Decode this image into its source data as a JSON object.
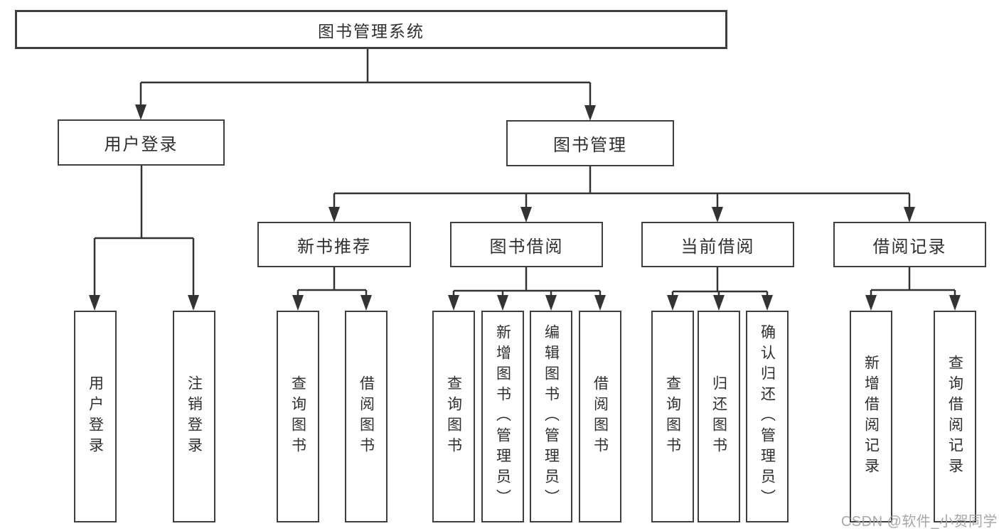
{
  "diagram": {
    "type": "tree-structure-chart",
    "colors": {
      "line": "#333333",
      "box_border": "#3f3f3f",
      "box_fill": "#ffffff",
      "text": "#2f2f2f",
      "watermark": "#a2a2a2"
    },
    "root": {
      "label": "图书管理系统"
    },
    "branches": [
      {
        "label": "用户登录",
        "children": [
          {
            "label": "用户登录"
          },
          {
            "label": "注销登录"
          }
        ]
      },
      {
        "label": "图书管理",
        "children": [
          {
            "label": "新书推荐",
            "children": [
              {
                "label": "查询图书"
              },
              {
                "label": "借阅图书"
              }
            ]
          },
          {
            "label": "图书借阅",
            "children": [
              {
                "label": "查询图书"
              },
              {
                "label": "新增图书（管理员）"
              },
              {
                "label": "编辑图书（管理员）"
              },
              {
                "label": "借阅图书"
              }
            ]
          },
          {
            "label": "当前借阅",
            "children": [
              {
                "label": "查询图书"
              },
              {
                "label": "归还图书"
              },
              {
                "label": "确认归还（管理员）"
              }
            ]
          },
          {
            "label": "借阅记录",
            "children": [
              {
                "label": "新增借阅记录"
              },
              {
                "label": "查询借阅记录"
              }
            ]
          }
        ]
      }
    ]
  },
  "watermark": {
    "text": "CSDN @软件_小贺同学"
  }
}
